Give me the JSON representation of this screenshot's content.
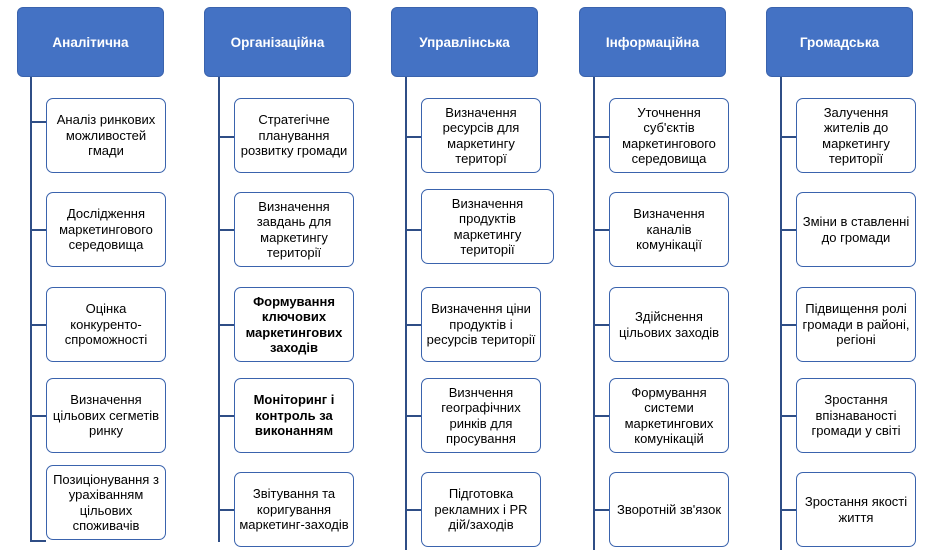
{
  "columns": [
    {
      "title": "Аналітична",
      "items": [
        "Аналіз ринкових можливостей гмади",
        "Дослідження маркетингового середовища",
        "Оцінка конкуренто-спроможності",
        "Визначення цільових сегметів ринку",
        "Позиціонування з ураxіванням цільових споживачів"
      ]
    },
    {
      "title": "Організаційна",
      "items": [
        "Стратегічне планування розвитку громади",
        "Визначення завдань для маркетингу території",
        "Формування ключових маркетингових заходів",
        "Моніторинг і контроль за виконанням",
        "Звітування та коригування маркетинг-заходів"
      ]
    },
    {
      "title": "Управлінська",
      "items": [
        "Визначення ресурсів для маркетингу територї",
        "Визначення продуктів маркетингу території",
        "Визначення ціни продуктів і ресурсів території",
        "Визнчення географічних ринків для просування",
        "Підготовка рекламних і PR дій/заходів"
      ]
    },
    {
      "title": "Інформаційна",
      "items": [
        "Уточнення суб'єктів маркетингового середовища",
        "Визначення каналів комунікації",
        "Здійснення цільових заходів",
        "Формування системи маркетингових комунікацій",
        "Зворотній зв'язок"
      ]
    },
    {
      "title": "Громадська",
      "items": [
        "Залучення жителів до маркетингу території",
        "Зміни в ставленні до громади",
        "Підвищення ролі громади в районі, регіоні",
        "Зростання впізнаваності громади  у світі",
        "Зростання якості життя"
      ]
    }
  ],
  "colors": {
    "header_fill": "#4472c4",
    "border": "#3a63ad",
    "connector": "#2f4e86"
  }
}
